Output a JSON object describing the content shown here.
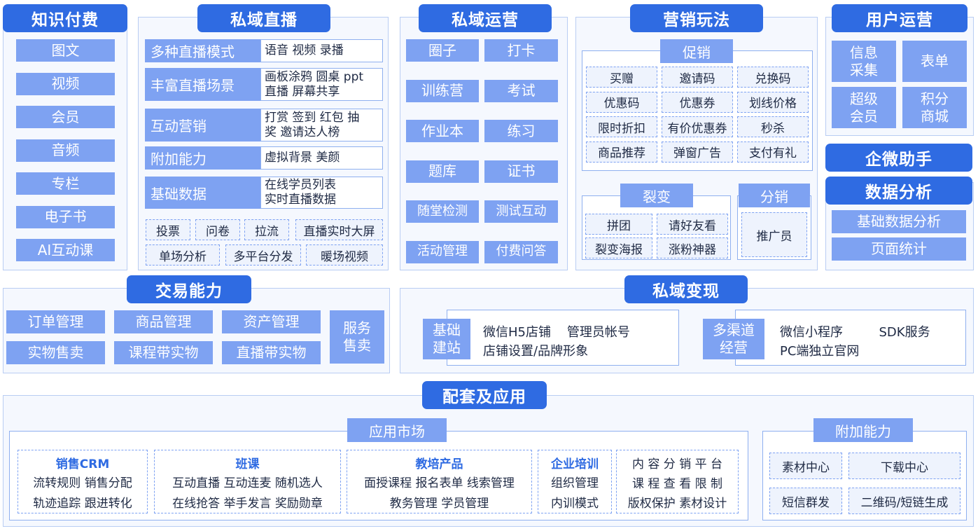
{
  "knowledge": {
    "title": "知识付费",
    "items": [
      "图文",
      "视频",
      "会员",
      "音频",
      "专栏",
      "电子书",
      "AI互动课"
    ]
  },
  "live": {
    "title": "私域直播",
    "rows": [
      {
        "label": "多种直播模式",
        "desc": [
          "语音 视频 录播"
        ]
      },
      {
        "label": "丰富直播场景",
        "desc": [
          "画板涂鸦 圆桌 ppt",
          "直播 屏幕共享"
        ]
      },
      {
        "label": "互动营销",
        "desc": [
          "打赏 签到 红包 抽",
          "奖 邀请达人榜"
        ]
      },
      {
        "label": "附加能力",
        "desc": [
          "虚拟背景 美颜"
        ]
      },
      {
        "label": "基础数据",
        "desc": [
          "在线学员列表",
          "实时直播数据"
        ]
      }
    ],
    "tags_row1": [
      "投票",
      "问卷",
      "拉流",
      "直播实时大屏"
    ],
    "tags_row2": [
      "单场分析",
      "多平台分发",
      "暖场视频"
    ]
  },
  "ops": {
    "title": "私域运营",
    "pairs": [
      [
        "圈子",
        "打卡"
      ],
      [
        "训练营",
        "考试"
      ],
      [
        "作业本",
        "练习"
      ],
      [
        "题库",
        "证书"
      ],
      [
        "随堂检测",
        "测试互动"
      ],
      [
        "活动管理",
        "付费问答"
      ]
    ]
  },
  "marketing": {
    "title": "营销玩法",
    "promo": {
      "title": "促销",
      "grid": [
        [
          "买赠",
          "邀请码",
          "兑换码"
        ],
        [
          "优惠码",
          "优惠券",
          "划线价格"
        ],
        [
          "限时折扣",
          "有价优惠券",
          "秒杀"
        ],
        [
          "商品推荐",
          "弹窗广告",
          "支付有礼"
        ]
      ]
    },
    "fission": {
      "title": "裂变",
      "grid": [
        [
          "拼团",
          "请好友看"
        ],
        [
          "裂变海报",
          "涨粉神器"
        ]
      ]
    },
    "distribution": {
      "title": "分销",
      "item": "推广员"
    }
  },
  "user_ops": {
    "title": "用户运营",
    "tiles": [
      [
        "信息",
        "采集"
      ],
      [
        "表单"
      ],
      [
        "超级",
        "会员"
      ],
      [
        "积分",
        "商城"
      ]
    ]
  },
  "wecom": {
    "title": "企微助手"
  },
  "analytics": {
    "title": "数据分析",
    "items": [
      "基础数据分析",
      "页面统计"
    ]
  },
  "trade": {
    "title": "交易能力",
    "grid": [
      [
        "订单管理",
        "商品管理",
        "资产管理"
      ],
      [
        "实物售卖",
        "课程带实物",
        "直播带实物"
      ]
    ],
    "service": [
      "服务",
      "售卖"
    ]
  },
  "monetize": {
    "title": "私域变现",
    "site": {
      "label": [
        "基础",
        "建站"
      ],
      "lines": [
        "微信H5店铺    管理员帐号",
        "店铺设置/品牌形象"
      ]
    },
    "channel": {
      "label": [
        "多渠道",
        "经营"
      ],
      "lines": [
        "微信小程序         SDK服务",
        "PC端独立官网"
      ]
    }
  },
  "support": {
    "title": "配套及应用",
    "market": {
      "title": "应用市场",
      "cards": [
        {
          "title": "销售CRM",
          "lines": [
            "流转规则  销售分配",
            "轨迹追踪  跟进转化"
          ]
        },
        {
          "title": "班课",
          "lines": [
            "互动直播  互动连麦  随机选人",
            "在线抢答  举手发言  奖励勋章"
          ]
        },
        {
          "title": "教培产品",
          "lines": [
            "面授课程  报名表单  线索管理",
            "教务管理  学员管理"
          ]
        },
        {
          "title": "企业培训",
          "lines": [
            "组织管理",
            "内训模式"
          ]
        },
        {
          "title": "",
          "lines": [
            "内 容 分 销 平 台",
            "课 程 查 看 限 制",
            "版权保护  素材设计"
          ]
        }
      ]
    },
    "extra": {
      "title": "附加能力",
      "items": [
        "素材中心",
        "下载中心",
        "短信群发",
        "二维码/短链生成"
      ]
    }
  }
}
